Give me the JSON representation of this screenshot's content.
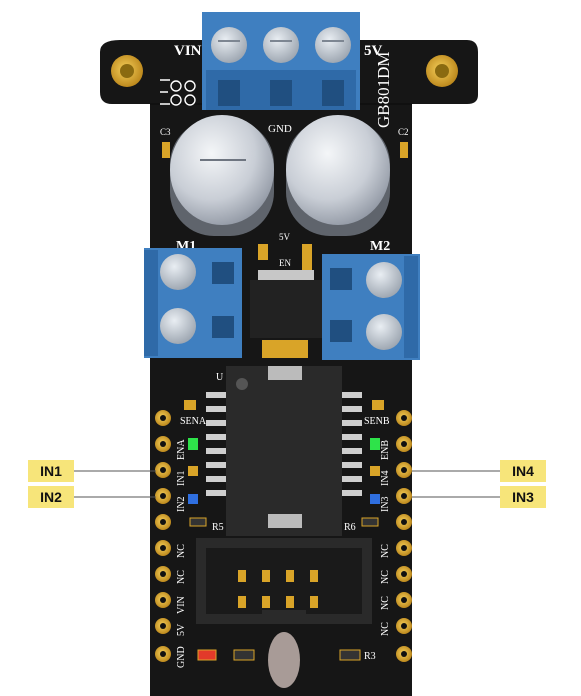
{
  "board": {
    "model": "GB801DM",
    "labels": {
      "vin_top": "VIN",
      "gnd_top": "GND",
      "v5_top": "5V",
      "c3": "C3",
      "c2": "C2",
      "m1": "M1",
      "m2": "M2",
      "v5_mid": "5V",
      "en": "EN",
      "u": "U",
      "sena": "SENA",
      "senb": "SENB",
      "ena": "ENA",
      "enb": "ENB",
      "in1": "IN1",
      "in2": "IN2",
      "in3": "IN3",
      "in4": "IN4",
      "r5": "R5",
      "r6": "R6",
      "r3": "R3",
      "nc": "NC",
      "vin": "VIN",
      "v5": "5V",
      "gnd": "GND"
    }
  },
  "callouts": {
    "in1": "IN1",
    "in2": "IN2",
    "in3": "IN3",
    "in4": "IN4"
  },
  "colors": {
    "pcb": "#161616",
    "terminal_blue": "#3f7fc0",
    "gold": "#d9a428",
    "callout": "#f7e57a",
    "led_green": "#2ee34a",
    "led_blue": "#2f6fe0"
  }
}
